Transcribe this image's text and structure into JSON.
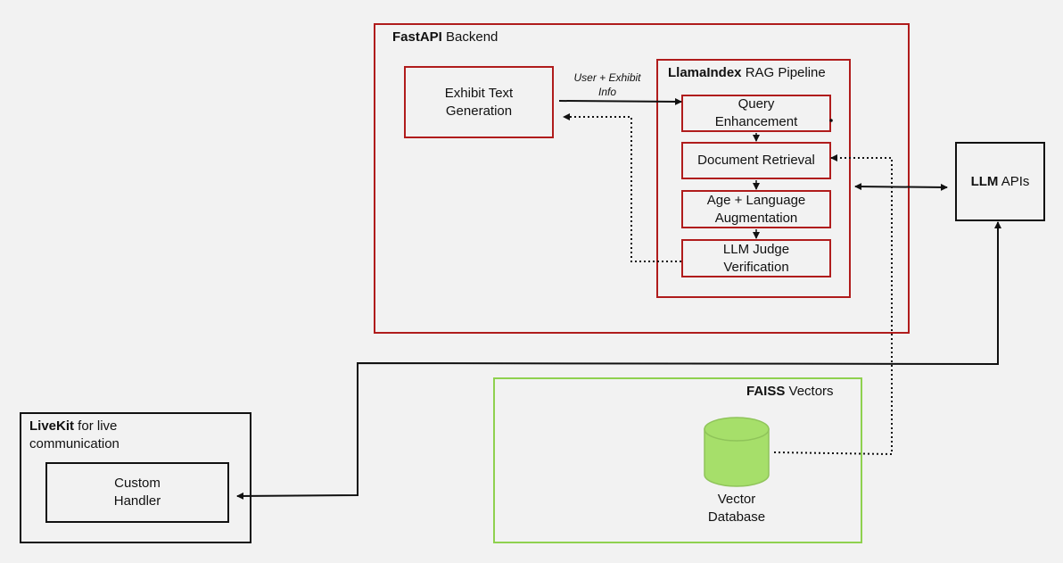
{
  "backend": {
    "bold": "FastAPI",
    "rest": " Backend"
  },
  "exhibit_gen": {
    "label": "Exhibit Text Generation"
  },
  "edge_label": "User + Exhibit Info",
  "pipeline": {
    "bold": "LlamaIndex",
    "rest": " RAG Pipeline",
    "steps": [
      "Query Enhancement",
      "Document Retrieval",
      "Age + Language Augmentation",
      "LLM Judge Verification"
    ]
  },
  "llm": {
    "bold": "LLM",
    "rest": " APIs"
  },
  "faiss": {
    "bold": "FAISS",
    "rest": " Vectors",
    "db_label": "Vector Database"
  },
  "livekit": {
    "bold": "LiveKit",
    "rest": " for live communication",
    "handler": "Custom Handler"
  },
  "colors": {
    "red": "#b01c1c",
    "green": "#8fd14f",
    "db_fill": "#a6df6a",
    "background": "#f2f2f2"
  }
}
